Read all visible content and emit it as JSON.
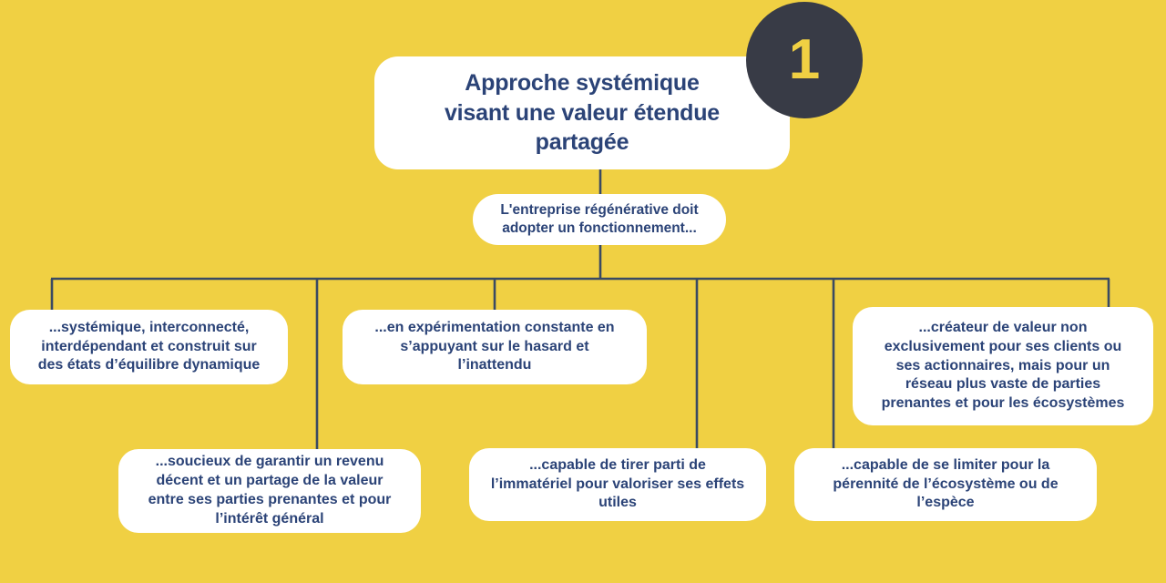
{
  "theme": {
    "background": "#F0D043",
    "card_background": "#FFFFFF",
    "text_navy": "#2B4377",
    "badge_background": "#383B46",
    "badge_text": "#F0D043",
    "connector_line": "#3A4A63"
  },
  "badge": {
    "number": "1"
  },
  "root": {
    "title": "Approche systémique\nvisant une valeur étendue\npartagée"
  },
  "subtitle": {
    "text": "L'entreprise régénérative doit\nadopter un fonctionnement..."
  },
  "branches": [
    {
      "id": "leaf-1",
      "text": "...systémique, interconnecté,\ninterdépendant et construit sur\ndes états d’équilibre dynamique"
    },
    {
      "id": "leaf-2",
      "text": "...en expérimentation constante en\ns’appuyant sur le hasard et\nl’inattendu"
    },
    {
      "id": "leaf-3",
      "text": "...créateur de valeur non\nexclusivement pour ses clients ou\nses actionnaires, mais pour un\nréseau plus vaste de parties\nprenantes et pour les écosystèmes"
    },
    {
      "id": "leaf-4",
      "text": "...soucieux de garantir un revenu\ndécent et un partage de la valeur\nentre ses parties prenantes et pour\nl’intérêt général"
    },
    {
      "id": "leaf-5",
      "text": "...capable de tirer parti de\nl’immatériel pour valoriser ses effets\nutiles"
    },
    {
      "id": "leaf-6",
      "text": "...capable de se limiter pour la\npérennité de l’écosystème ou de\nl’espèce"
    }
  ]
}
